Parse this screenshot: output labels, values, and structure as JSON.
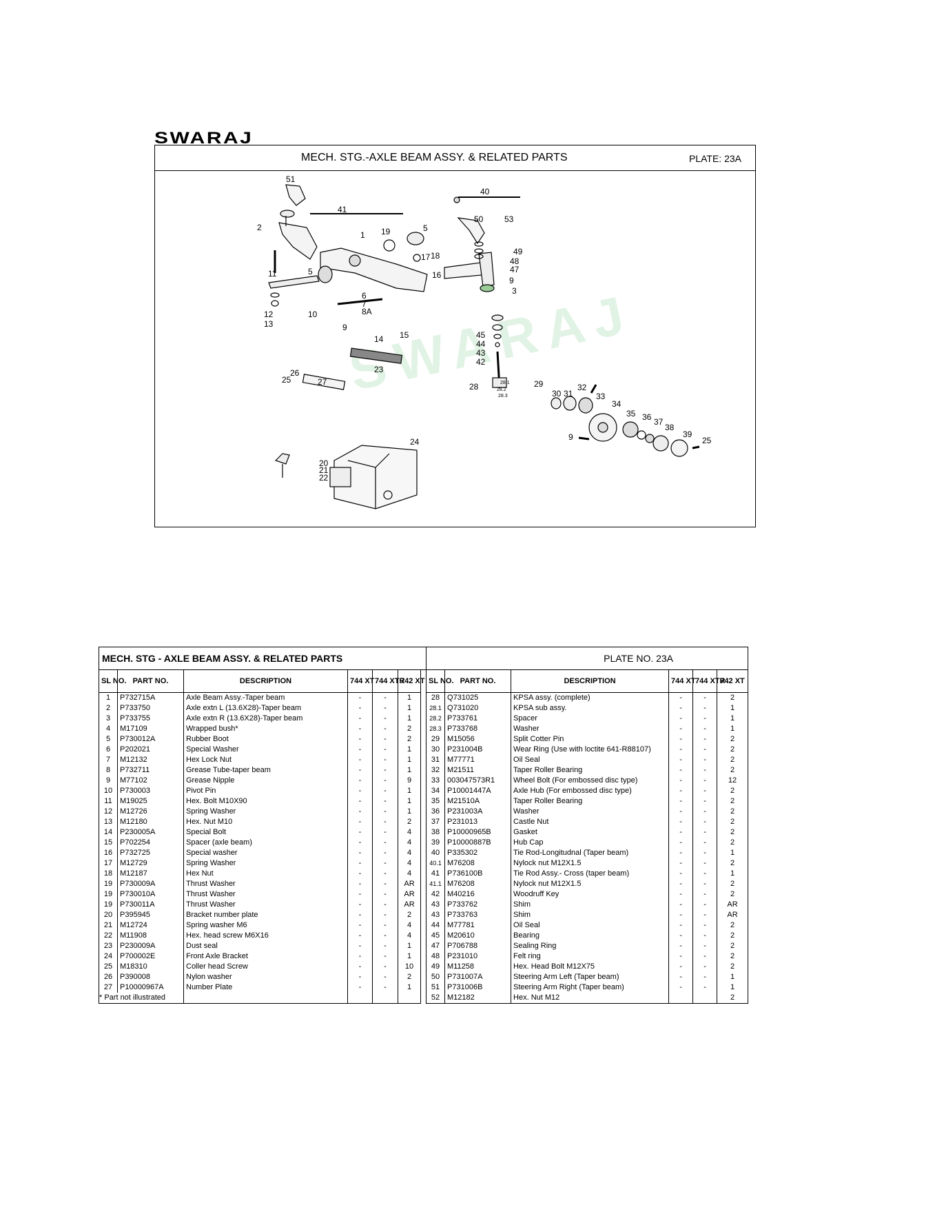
{
  "logo": "SWARAJ",
  "watermark": "SWARAJ",
  "plate": {
    "title": "MECH. STG.-AXLE BEAM ASSY. & RELATED PARTS",
    "plate_no": "PLATE: 23A"
  },
  "callouts": [
    "51",
    "41",
    "2",
    "1",
    "19",
    "5",
    "17",
    "18",
    "16",
    "11",
    "5",
    "6",
    "7",
    "8A",
    "12",
    "13",
    "10",
    "9",
    "14",
    "15",
    "40",
    "50",
    "53",
    "49",
    "48",
    "47",
    "9",
    "3",
    "45",
    "44",
    "43",
    "42",
    "23",
    "26",
    "25",
    "27",
    "28",
    "28.1",
    "28.2",
    "28.3",
    "29",
    "30",
    "31",
    "32",
    "33",
    "34",
    "35",
    "36",
    "37",
    "38",
    "39",
    "25",
    "9",
    "24",
    "20",
    "21",
    "22"
  ],
  "table": {
    "title": "MECH. STG - AXLE BEAM ASSY. & RELATED PARTS",
    "plate_no": "PLATE NO. 23A",
    "headers": {
      "sl_no": "SL NO.",
      "part_no": "PART NO.",
      "description": "DESCRIPTION",
      "col744xt": "744 XT",
      "col744xtr": "744 XTR",
      "col742xt": "742 XT"
    },
    "left_rows": [
      {
        "sl": "1",
        "part": "P732715A",
        "desc": "Axle Beam Assy.-Taper beam",
        "a": "-",
        "b": "-",
        "c": "1"
      },
      {
        "sl": "2",
        "part": "P733750",
        "desc": "Axle extn L (13.6X28)-Taper beam",
        "a": "-",
        "b": "-",
        "c": "1"
      },
      {
        "sl": "3",
        "part": "P733755",
        "desc": "Axle extn R (13.6X28)-Taper beam",
        "a": "-",
        "b": "-",
        "c": "1"
      },
      {
        "sl": "4",
        "part": "M17109",
        "desc": "Wrapped bush*",
        "a": "-",
        "b": "-",
        "c": "2"
      },
      {
        "sl": "5",
        "part": "P730012A",
        "desc": "Rubber Boot",
        "a": "-",
        "b": "-",
        "c": "2"
      },
      {
        "sl": "6",
        "part": "P202021",
        "desc": "Special Washer",
        "a": "-",
        "b": "-",
        "c": "1"
      },
      {
        "sl": "7",
        "part": "M12132",
        "desc": "Hex Lock Nut",
        "a": "-",
        "b": "-",
        "c": "1"
      },
      {
        "sl": "8",
        "part": "P732711",
        "desc": "Grease Tube-taper beam",
        "a": "-",
        "b": "-",
        "c": "1"
      },
      {
        "sl": "9",
        "part": "M77102",
        "desc": "Grease Nipple",
        "a": "-",
        "b": "-",
        "c": "9"
      },
      {
        "sl": "10",
        "part": "P730003",
        "desc": "Pivot Pin",
        "a": "-",
        "b": "-",
        "c": "1"
      },
      {
        "sl": "11",
        "part": "M19025",
        "desc": "Hex. Bolt M10X90",
        "a": "-",
        "b": "-",
        "c": "1"
      },
      {
        "sl": "12",
        "part": "M12726",
        "desc": "Spring Washer",
        "a": "-",
        "b": "-",
        "c": "1"
      },
      {
        "sl": "13",
        "part": "M12180",
        "desc": "Hex. Nut M10",
        "a": "-",
        "b": "-",
        "c": "2"
      },
      {
        "sl": "14",
        "part": "P230005A",
        "desc": "Special Bolt",
        "a": "-",
        "b": "-",
        "c": "4"
      },
      {
        "sl": "15",
        "part": "P702254",
        "desc": "Spacer (axle beam)",
        "a": "-",
        "b": "-",
        "c": "4"
      },
      {
        "sl": "16",
        "part": "P732725",
        "desc": "Special washer",
        "a": "-",
        "b": "-",
        "c": "4"
      },
      {
        "sl": "17",
        "part": "M12729",
        "desc": "Spring Washer",
        "a": "-",
        "b": "-",
        "c": "4"
      },
      {
        "sl": "18",
        "part": "M12187",
        "desc": "Hex Nut",
        "a": "-",
        "b": "-",
        "c": "4"
      },
      {
        "sl": "19",
        "part": "P730009A",
        "desc": "Thrust Washer",
        "a": "-",
        "b": "-",
        "c": "AR"
      },
      {
        "sl": "19",
        "part": "P730010A",
        "desc": "Thrust Washer",
        "a": "-",
        "b": "-",
        "c": "AR"
      },
      {
        "sl": "19",
        "part": "P730011A",
        "desc": "Thrust Washer",
        "a": "-",
        "b": "-",
        "c": "AR"
      },
      {
        "sl": "20",
        "part": "P395945",
        "desc": "Bracket number plate",
        "a": "-",
        "b": "-",
        "c": "2"
      },
      {
        "sl": "21",
        "part": "M12724",
        "desc": "Spring washer M6",
        "a": "-",
        "b": "-",
        "c": "4"
      },
      {
        "sl": "22",
        "part": "M11908",
        "desc": "Hex. head screw M6X16",
        "a": "-",
        "b": "-",
        "c": "4"
      },
      {
        "sl": "23",
        "part": "P230009A",
        "desc": "Dust seal",
        "a": "-",
        "b": "-",
        "c": "1"
      },
      {
        "sl": "24",
        "part": "P700002E",
        "desc": "Front Axle Bracket",
        "a": "-",
        "b": "-",
        "c": "1"
      },
      {
        "sl": "25",
        "part": "M18310",
        "desc": "Coller head Screw",
        "a": "-",
        "b": "-",
        "c": "10"
      },
      {
        "sl": "26",
        "part": "P390008",
        "desc": "Nylon washer",
        "a": "-",
        "b": "-",
        "c": "2"
      },
      {
        "sl": "27",
        "part": "P10000967A",
        "desc": "Number Plate",
        "a": "-",
        "b": "-",
        "c": "1"
      }
    ],
    "right_rows": [
      {
        "sl": "28",
        "part": "Q731025",
        "desc": "KPSA assy. (complete)",
        "a": "-",
        "b": "-",
        "c": "2"
      },
      {
        "sl": "28.1",
        "part": "Q731020",
        "desc": "KPSA sub assy.",
        "a": "-",
        "b": "-",
        "c": "1"
      },
      {
        "sl": "28.2",
        "part": "P733761",
        "desc": "Spacer",
        "a": "-",
        "b": "-",
        "c": "1"
      },
      {
        "sl": "28.3",
        "part": "P733768",
        "desc": "Washer",
        "a": "-",
        "b": "-",
        "c": "1"
      },
      {
        "sl": "29",
        "part": "M15056",
        "desc": "Split Cotter Pin",
        "a": "-",
        "b": "-",
        "c": "2"
      },
      {
        "sl": "30",
        "part": "P231004B",
        "desc": "Wear Ring (Use with loctite 641-R88107)",
        "a": "-",
        "b": "-",
        "c": "2"
      },
      {
        "sl": "31",
        "part": "M77771",
        "desc": "Oil Seal",
        "a": "-",
        "b": "-",
        "c": "2"
      },
      {
        "sl": "32",
        "part": "M21511",
        "desc": "Taper Roller Bearing",
        "a": "-",
        "b": "-",
        "c": "2"
      },
      {
        "sl": "33",
        "part": "003047573R1",
        "desc": "Wheel Bolt (For embossed disc type)",
        "a": "-",
        "b": "-",
        "c": "12"
      },
      {
        "sl": "34",
        "part": "P10001447A",
        "desc": "Axle Hub (For embossed disc type)",
        "a": "-",
        "b": "-",
        "c": "2"
      },
      {
        "sl": "35",
        "part": "M21510A",
        "desc": "Taper Roller Bearing",
        "a": "-",
        "b": "-",
        "c": "2"
      },
      {
        "sl": "36",
        "part": "P231003A",
        "desc": "Washer",
        "a": "-",
        "b": "-",
        "c": "2"
      },
      {
        "sl": "37",
        "part": "P231013",
        "desc": "Castle Nut",
        "a": "-",
        "b": "-",
        "c": "2"
      },
      {
        "sl": "38",
        "part": "P10000965B",
        "desc": "Gasket",
        "a": "-",
        "b": "-",
        "c": "2"
      },
      {
        "sl": "39",
        "part": "P10000887B",
        "desc": "Hub Cap",
        "a": "-",
        "b": "-",
        "c": "2"
      },
      {
        "sl": "40",
        "part": "P335302",
        "desc": "Tie Rod-Longitudnal (Taper beam)",
        "a": "-",
        "b": "-",
        "c": "1"
      },
      {
        "sl": "40.1",
        "part": "M76208",
        "desc": "Nylock nut M12X1.5",
        "a": "-",
        "b": "-",
        "c": "2"
      },
      {
        "sl": "41",
        "part": "P736100B",
        "desc": "Tie Rod Assy.- Cross (taper beam)",
        "a": "-",
        "b": "-",
        "c": "1"
      },
      {
        "sl": "41.1",
        "part": "M76208",
        "desc": "Nylock nut M12X1.5",
        "a": "-",
        "b": "-",
        "c": "2"
      },
      {
        "sl": "42",
        "part": "M40216",
        "desc": "Woodruff Key",
        "a": "-",
        "b": "-",
        "c": "2"
      },
      {
        "sl": "43",
        "part": "P733762",
        "desc": "Shim",
        "a": "-",
        "b": "-",
        "c": "AR"
      },
      {
        "sl": "43",
        "part": "P733763",
        "desc": "Shim",
        "a": "-",
        "b": "-",
        "c": "AR"
      },
      {
        "sl": "44",
        "part": "M77781",
        "desc": "Oil Seal",
        "a": "-",
        "b": "-",
        "c": "2"
      },
      {
        "sl": "45",
        "part": "M20610",
        "desc": "Bearing",
        "a": "-",
        "b": "-",
        "c": "2"
      },
      {
        "sl": "47",
        "part": "P706788",
        "desc": "Sealing Ring",
        "a": "-",
        "b": "-",
        "c": "2"
      },
      {
        "sl": "48",
        "part": "P231010",
        "desc": "Felt ring",
        "a": "-",
        "b": "-",
        "c": "2"
      },
      {
        "sl": "49",
        "part": "M11258",
        "desc": "Hex. Head Bolt M12X75",
        "a": "-",
        "b": "-",
        "c": "2"
      },
      {
        "sl": "50",
        "part": "P731007A",
        "desc": "Steering Arm Left (Taper beam)",
        "a": "-",
        "b": "-",
        "c": "1"
      },
      {
        "sl": "51",
        "part": "P731006B",
        "desc": "Steering Arm Right (Taper beam)",
        "a": "-",
        "b": "-",
        "c": "1"
      },
      {
        "sl": "52",
        "part": "M12182",
        "desc": "Hex. Nut M12",
        "a": "",
        "b": "",
        "c": "2"
      }
    ],
    "footnote": "* Part not illustrated"
  }
}
